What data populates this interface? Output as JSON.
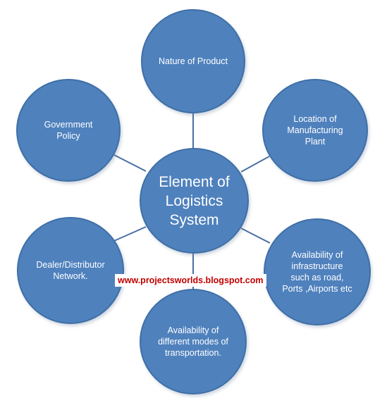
{
  "diagram": {
    "center": "Element of\nLogistics\nSystem",
    "nodes": {
      "top": "Nature of Product",
      "upper_right": "Location of\nManufacturing\nPlant",
      "lower_right": "Availability of\ninfrastructure\nsuch as road,\nPorts ,Airports etc",
      "bottom": "Availability of\ndifferent modes of\ntransportation.",
      "lower_left": "Dealer/Distributor\nNetwork.",
      "upper_left": "Government\nPolicy"
    }
  },
  "watermark": "www.projectsworlds.blogspot.com",
  "colors": {
    "node_fill": "#4f81bd",
    "node_border": "#3f6fa6",
    "connector": "#4a6fa5",
    "label_text": "#ffffff",
    "watermark_text": "#c00000"
  }
}
